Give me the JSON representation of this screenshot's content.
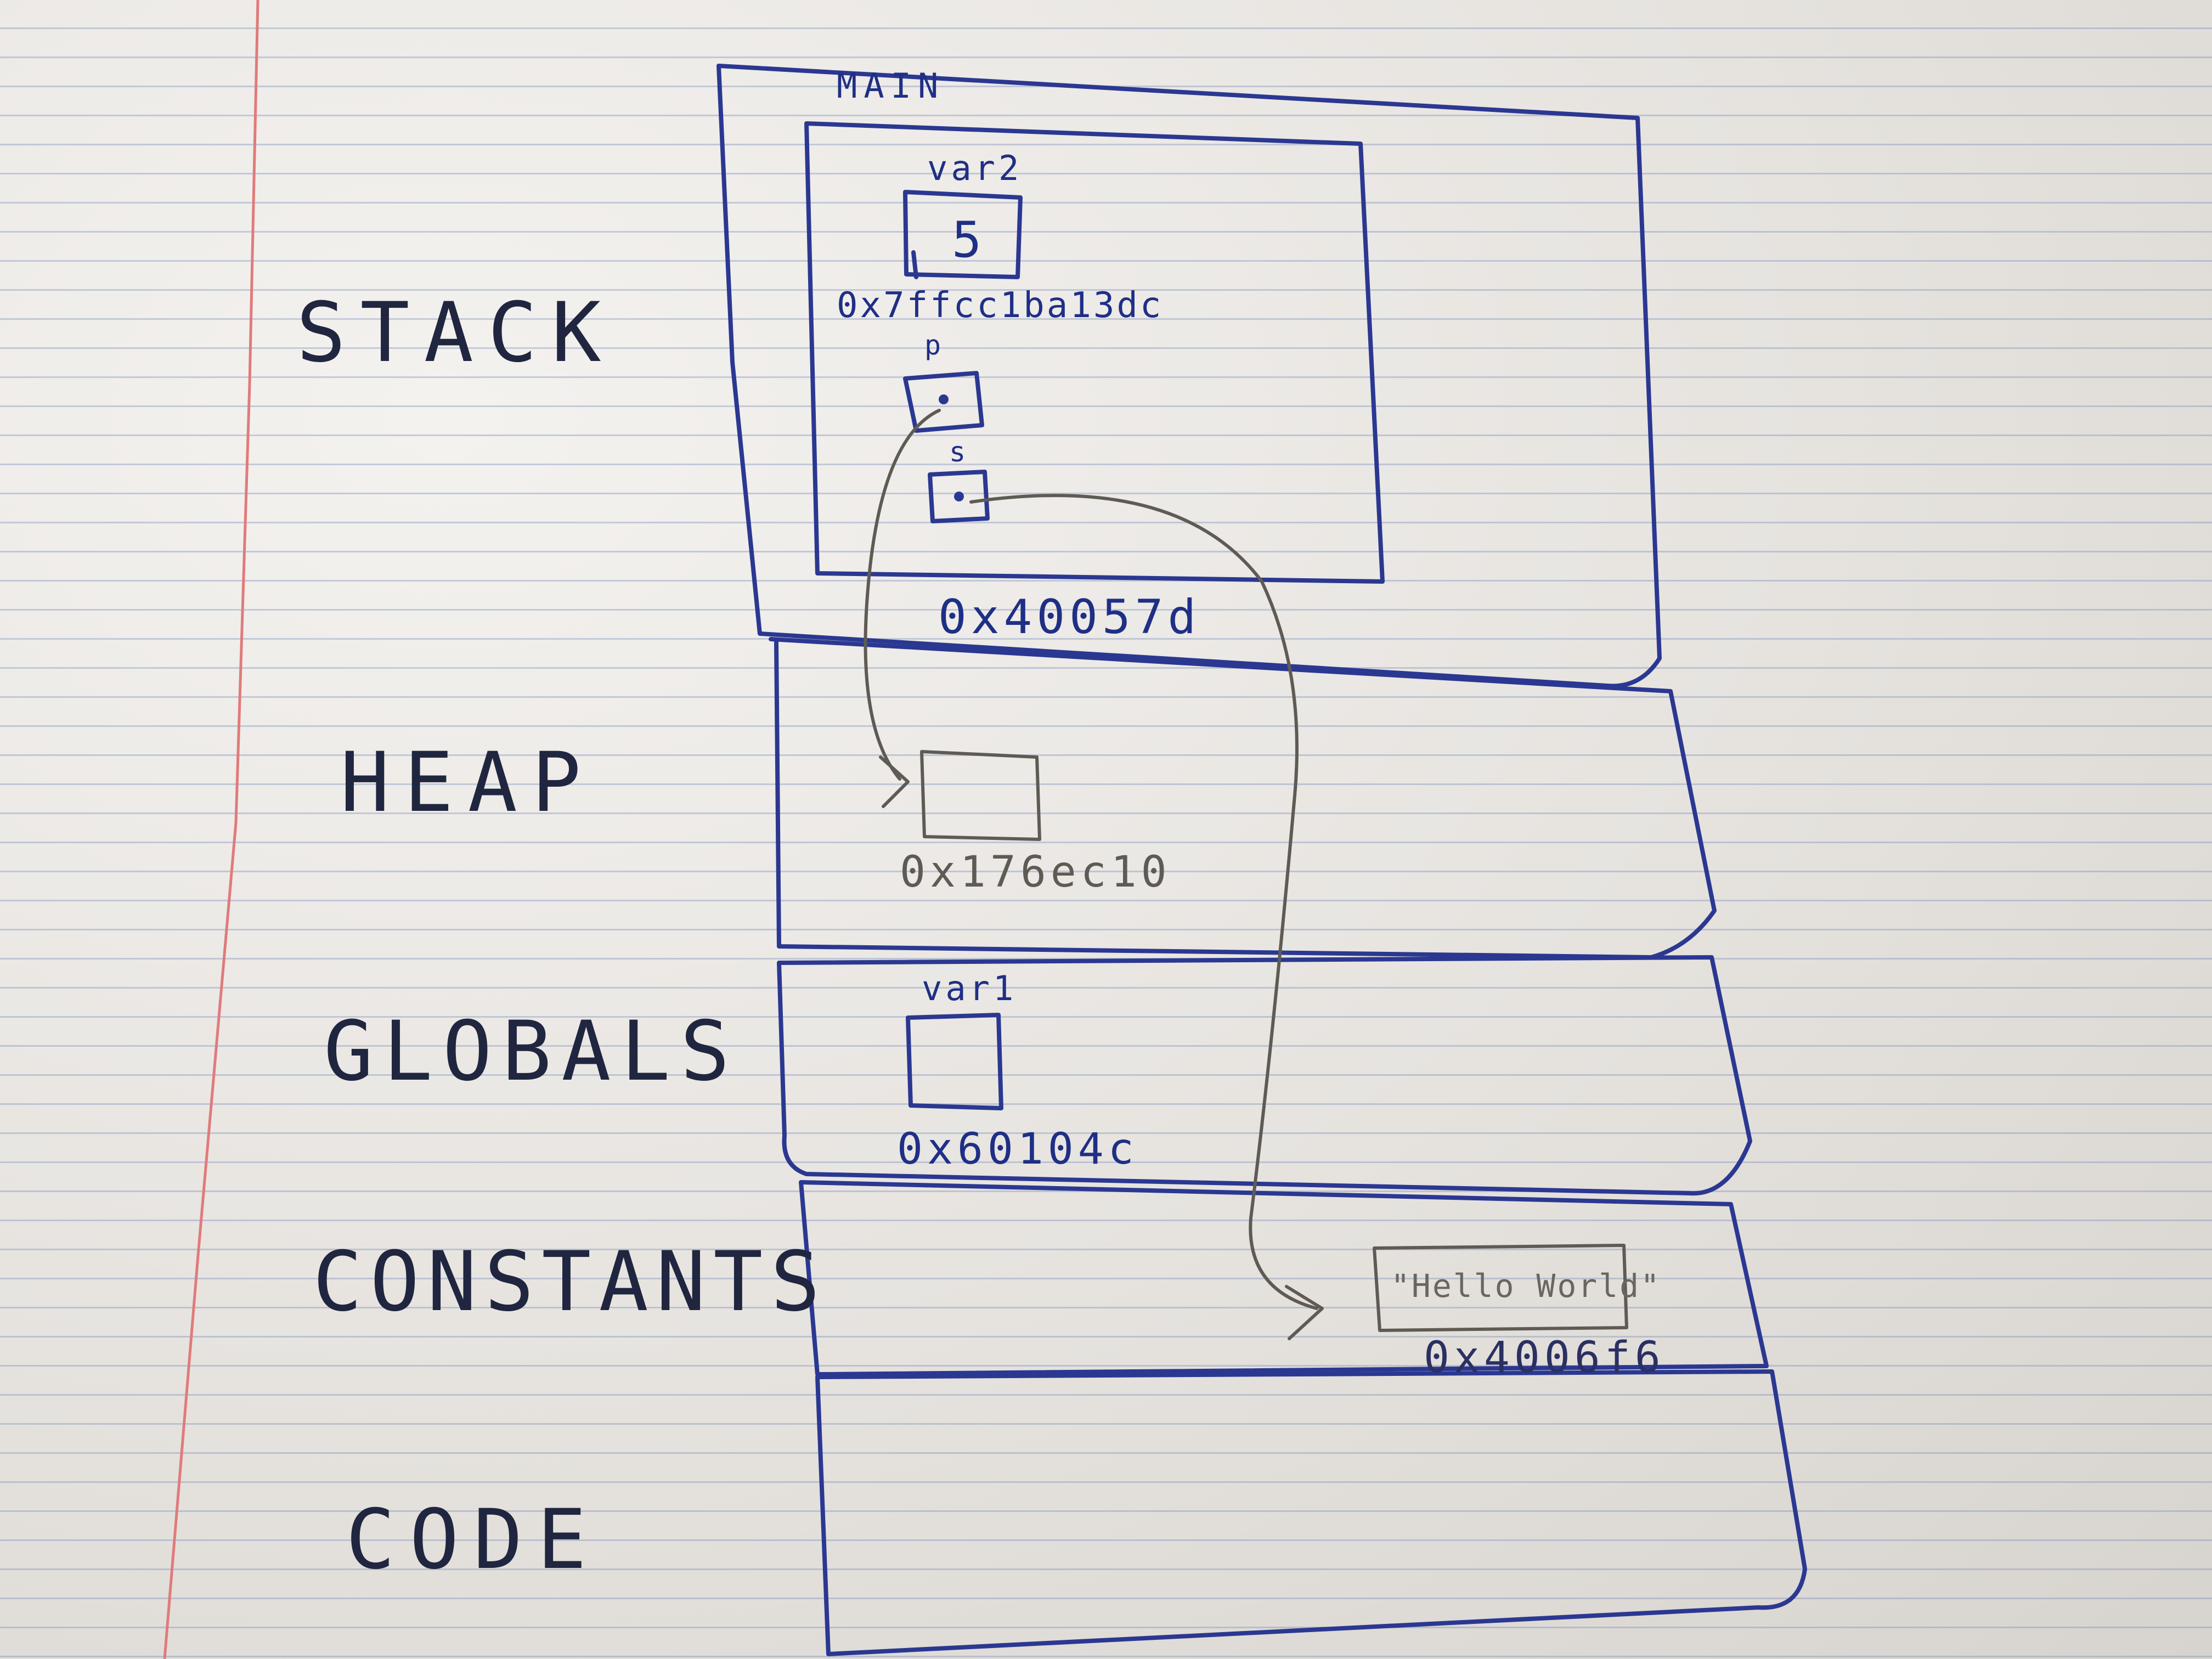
{
  "diagram": {
    "sections": [
      {
        "id": "stack",
        "label": "STACK"
      },
      {
        "id": "heap",
        "label": "HEAP"
      },
      {
        "id": "globals",
        "label": "GLOBALS"
      },
      {
        "id": "constants",
        "label": "CONSTANTS"
      },
      {
        "id": "code",
        "label": "CODE"
      }
    ],
    "frame": {
      "label": "MAIN"
    },
    "stack": {
      "var2": {
        "name": "var2",
        "value": "5",
        "address": "0x7ffcc1ba13dc"
      },
      "p": {
        "name": "p"
      },
      "s": {
        "name": "s"
      },
      "frame_address": "0x40057d"
    },
    "heap": {
      "address": "0x176ec10"
    },
    "globals": {
      "var1": {
        "name": "var1",
        "address": "0x60104c"
      }
    },
    "constants": {
      "string_value": "\"Hello World\"",
      "address": "0x4006f6"
    },
    "edges": [
      {
        "from": "p",
        "to": "heap-block",
        "ink": "pencil"
      },
      {
        "from": "s",
        "to": "hello-world-constant",
        "ink": "pencil"
      }
    ]
  }
}
